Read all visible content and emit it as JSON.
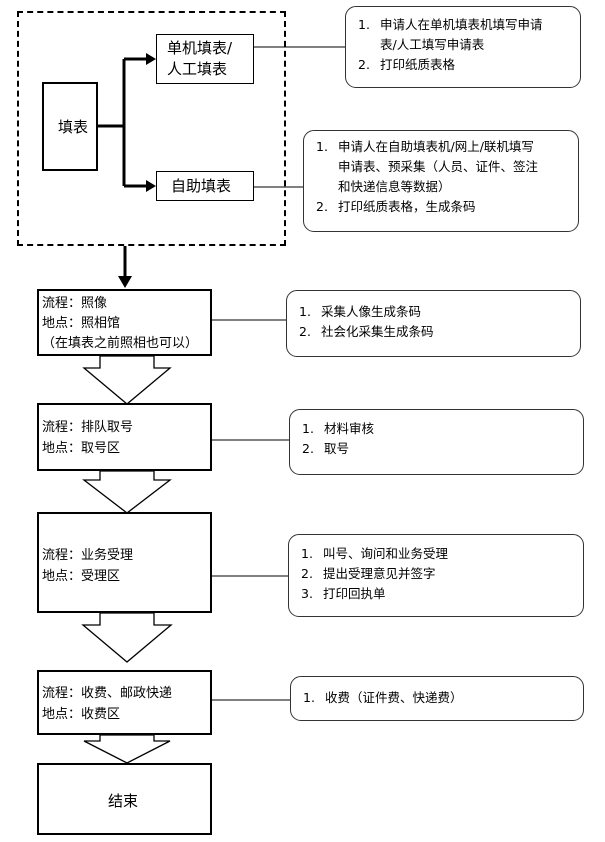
{
  "fill_form": {
    "main_label": "填表",
    "option_single": [
      "单机填表/",
      "人工填表"
    ],
    "option_self": "自助填表",
    "note_single": [
      "申请人在单机填表机填写申请表/人工填写申请表",
      "打印纸质表格"
    ],
    "note_self": [
      "申请人在自助填表机/网上/联机填写申请表、预采集（人员、证件、签注和快递信息等数据）",
      "打印纸质表格，生成条码"
    ]
  },
  "steps": [
    {
      "process": "流程：照像",
      "location": "地点：照相馆",
      "remark": "（在填表之前照相也可以）",
      "notes": [
        "采集人像生成条码",
        "社会化采集生成条码"
      ]
    },
    {
      "process": "流程：排队取号",
      "location": "地点：取号区",
      "notes": [
        "材料审核",
        "取号"
      ]
    },
    {
      "process": "流程：业务受理",
      "location": "地点：受理区",
      "notes": [
        "叫号、询问和业务受理",
        "提出受理意见并签字",
        "打印回执单"
      ]
    },
    {
      "process": "流程：收费、邮政快递",
      "location": "地点：收费区",
      "notes": [
        "收费（证件费、快递费）"
      ]
    }
  ],
  "end_label": "结束",
  "numbers": [
    "1.",
    "2.",
    "3."
  ]
}
